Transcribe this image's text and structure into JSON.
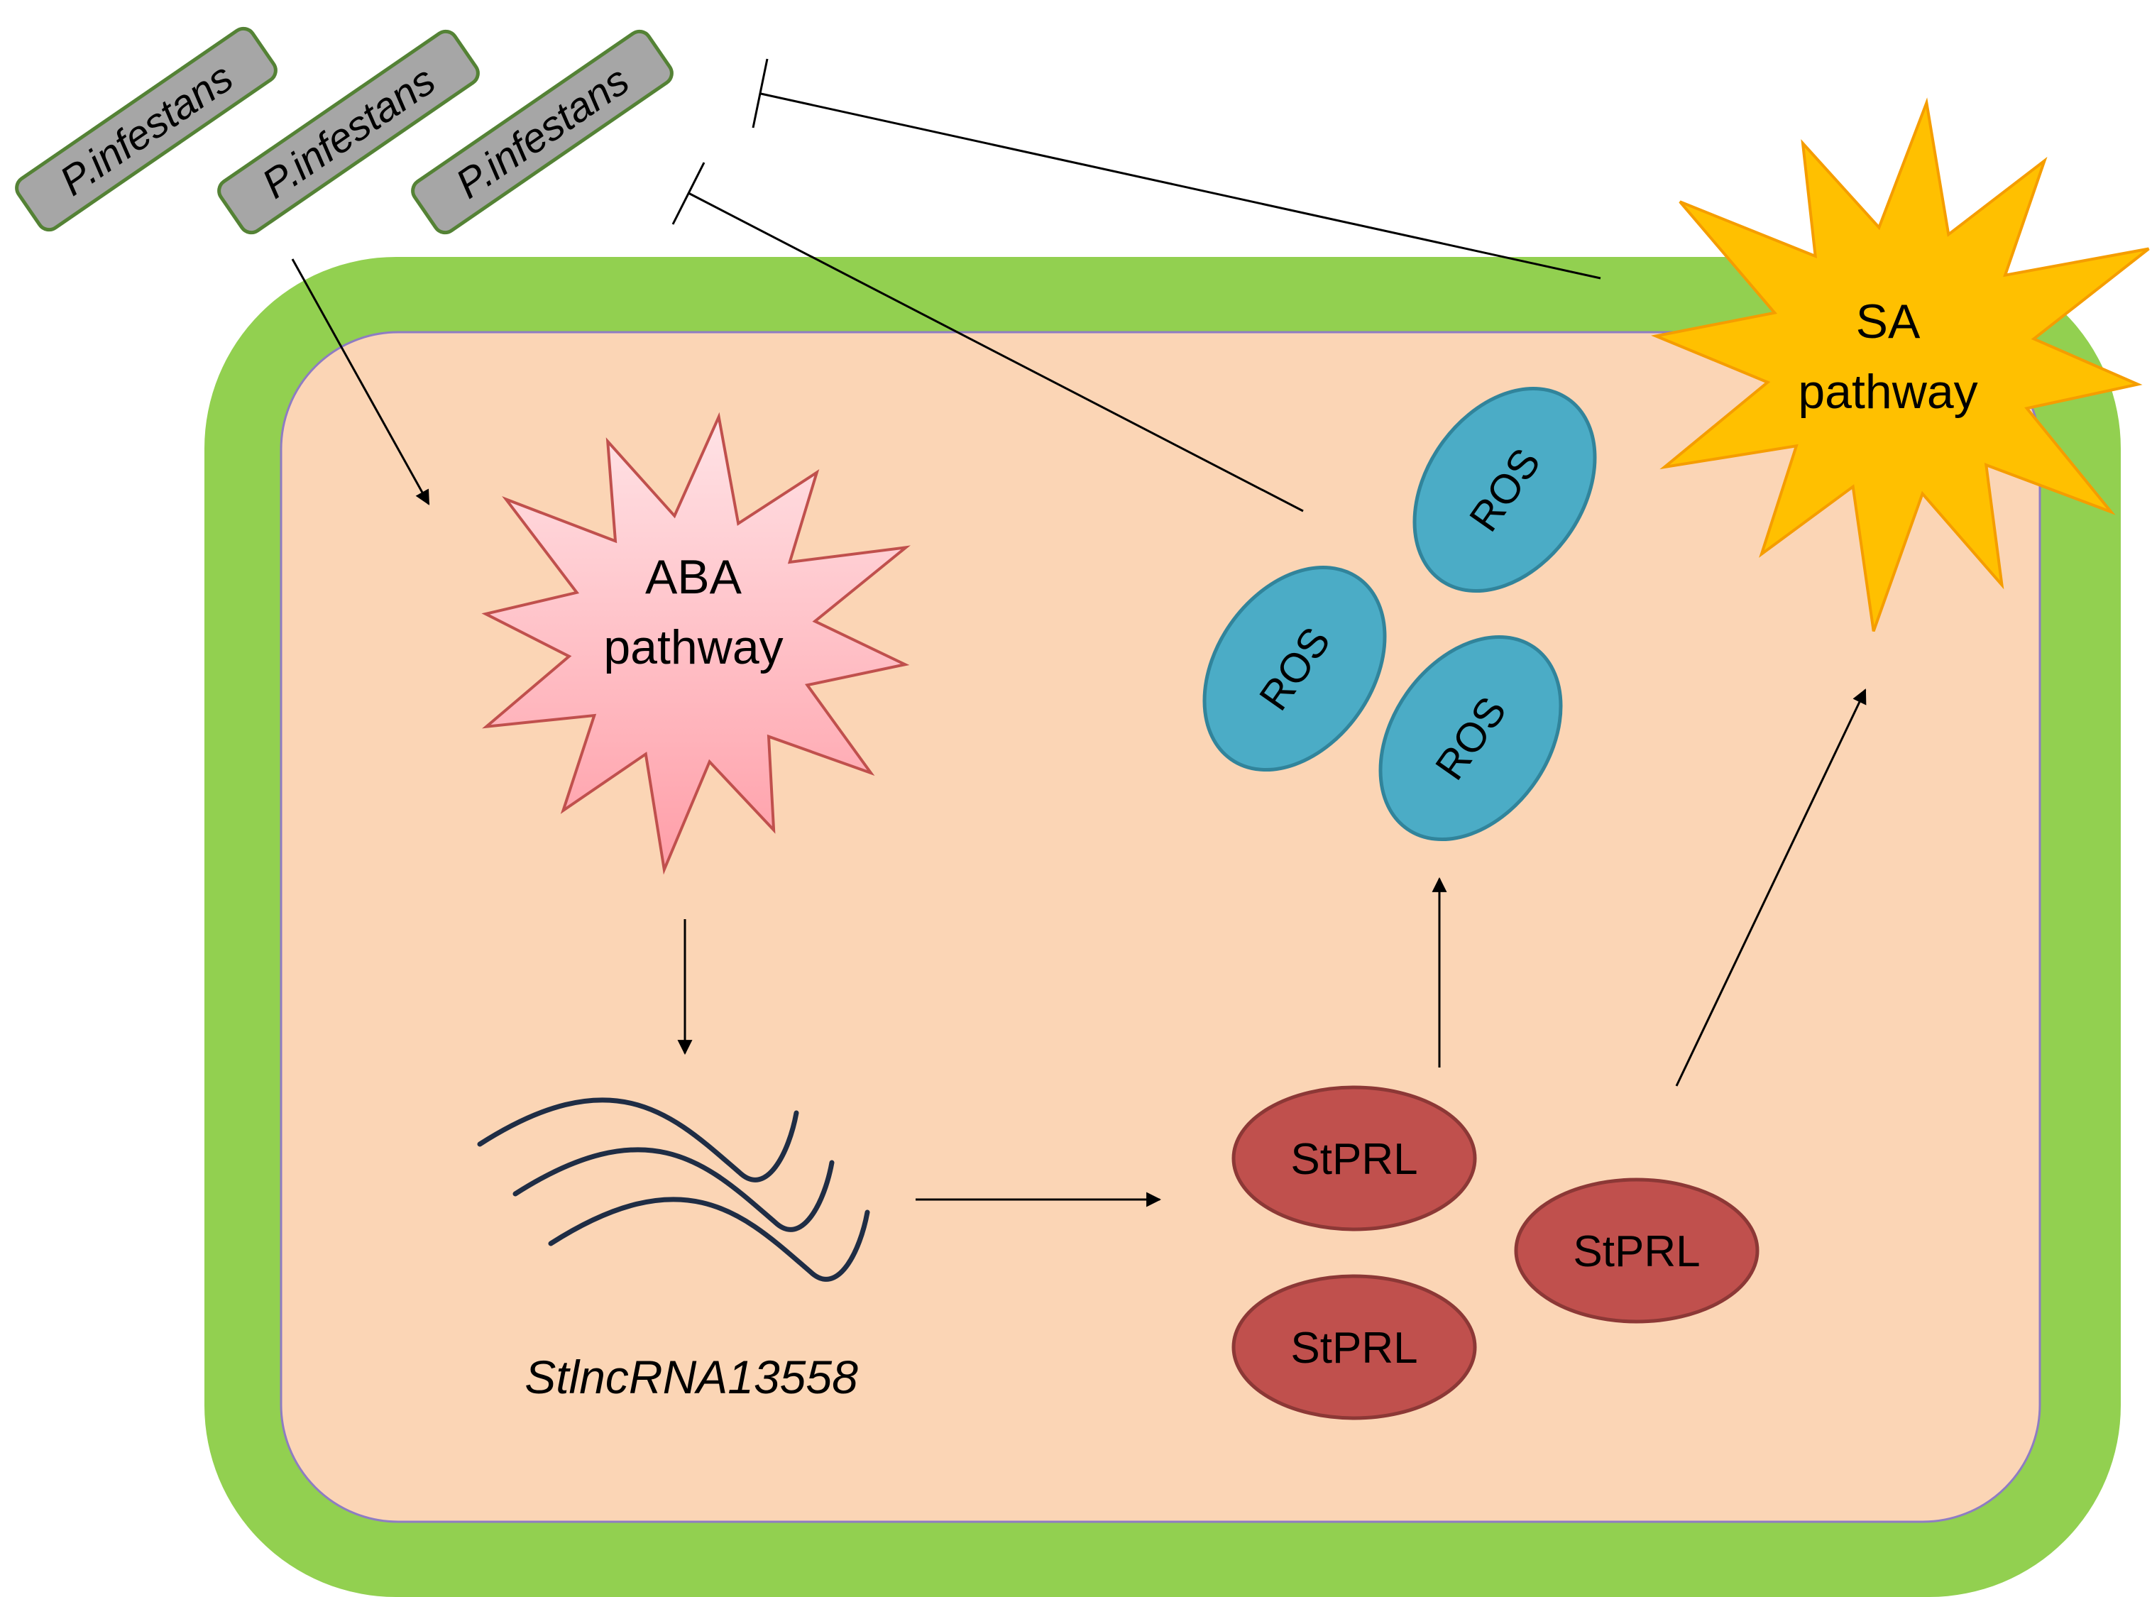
{
  "colors": {
    "background": "#ffffff",
    "cell_wall": "#92d050",
    "cytoplasm": "#fbd5b5",
    "cytoplasm_stroke": "#8e7cc3",
    "pathogen_fill": "#a6a6a6",
    "pathogen_stroke": "#548235",
    "aba_fill": "#ffb8bf",
    "aba_stroke": "#c0504d",
    "sa_fill": "#ffc000",
    "sa_stroke": "#f59d00",
    "ros_fill": "#4bacc6",
    "ros_stroke": "#31849b",
    "stprl_fill": "#c0504d",
    "stprl_stroke": "#8c3836",
    "rna_stroke": "#1f2d45",
    "arrow": "#000000"
  },
  "pathogens": [
    {
      "label": "P.infestans"
    },
    {
      "label": "P.infestans"
    },
    {
      "label": "P.infestans"
    }
  ],
  "aba": {
    "line1": "ABA",
    "line2": "pathway"
  },
  "sa": {
    "line1": "SA",
    "line2": "pathway"
  },
  "ros": [
    {
      "label": "ROS"
    },
    {
      "label": "ROS"
    },
    {
      "label": "ROS"
    }
  ],
  "stprl": [
    {
      "label": "StPRL"
    },
    {
      "label": "StPRL"
    },
    {
      "label": "StPRL"
    }
  ],
  "lncrna": {
    "label": "StlncRNA13558"
  }
}
